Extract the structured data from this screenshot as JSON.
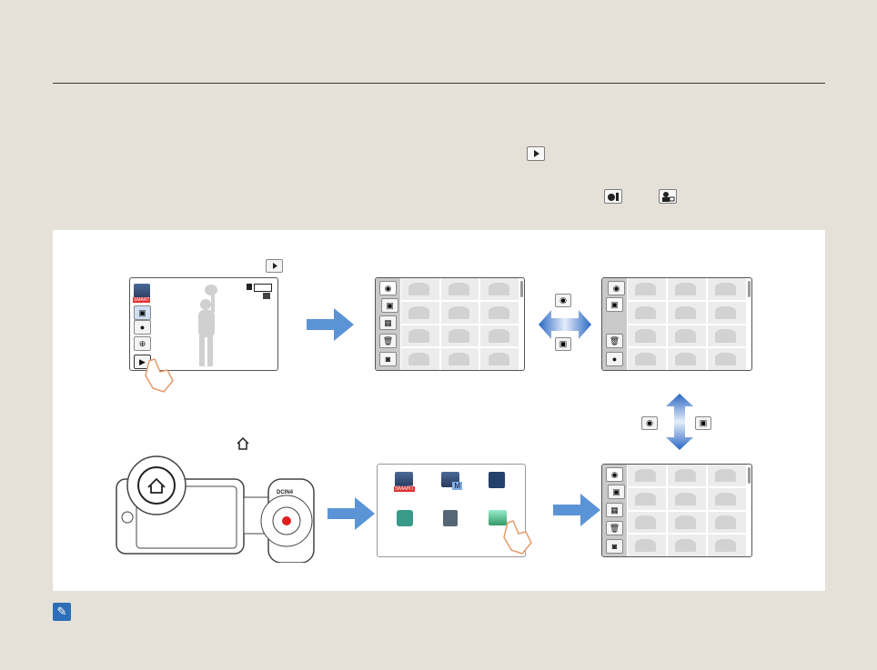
{
  "page": {
    "background": "#e5e1d9",
    "accent": "#5b94d6"
  },
  "icons": {
    "play_mode": "playback-icon",
    "video_thumb": "video-thumbnail-icon",
    "photo_thumb": "photo-thumbnail-icon",
    "home": "home-icon",
    "note": "note-icon"
  },
  "panel": {
    "screen1": {
      "smart_badge": "SMART"
    },
    "home_screen": {
      "smart_badge": "SMART",
      "m_badge": "M"
    },
    "camera": {
      "dc_label": "DCIN4"
    }
  }
}
